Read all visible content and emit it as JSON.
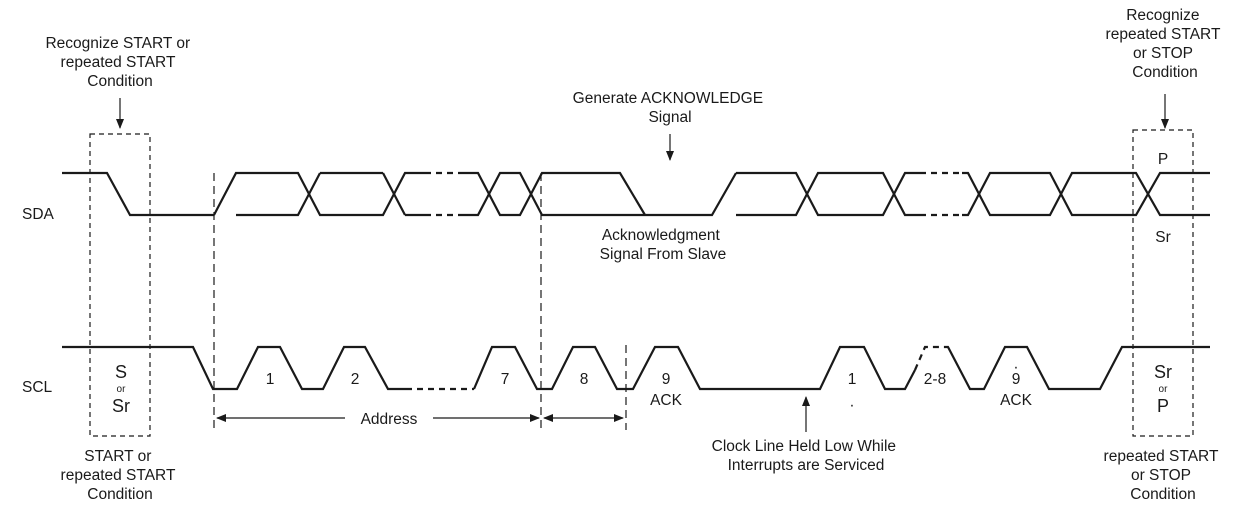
{
  "signals": {
    "sda": "SDA",
    "scl": "SCL"
  },
  "start_box": {
    "top_label": [
      "Recognize START or",
      "repeated START",
      "Condition"
    ],
    "bottom_label": [
      "START or",
      "repeated START",
      "Condition"
    ],
    "line1": "S",
    "or": "or",
    "line2": "Sr"
  },
  "stop_box": {
    "top_label": [
      "Recognize",
      "repeated START",
      "or STOP",
      "Condition"
    ],
    "bottom_label": [
      "repeated START",
      "or STOP",
      "Condition"
    ],
    "sda_upper": "P",
    "sda_lower": "Sr",
    "line1": "Sr",
    "or": "or",
    "line2": "P"
  },
  "ack_generate": [
    "Generate ACKNOWLEDGE",
    "Signal"
  ],
  "ack_from_slave": [
    "Acknowledgment",
    "Signal From Slave"
  ],
  "clock_held": [
    "Clock Line Held Low While",
    "Interrupts are Serviced"
  ],
  "address_label": "Address",
  "clock_labels": {
    "c1": "1",
    "c2": "2",
    "c7": "7",
    "c8": "8",
    "c9": "9",
    "ack1": "ACK",
    "d1": "1",
    "d28": "2-8",
    "d9": "9",
    "ack2": "ACK"
  }
}
